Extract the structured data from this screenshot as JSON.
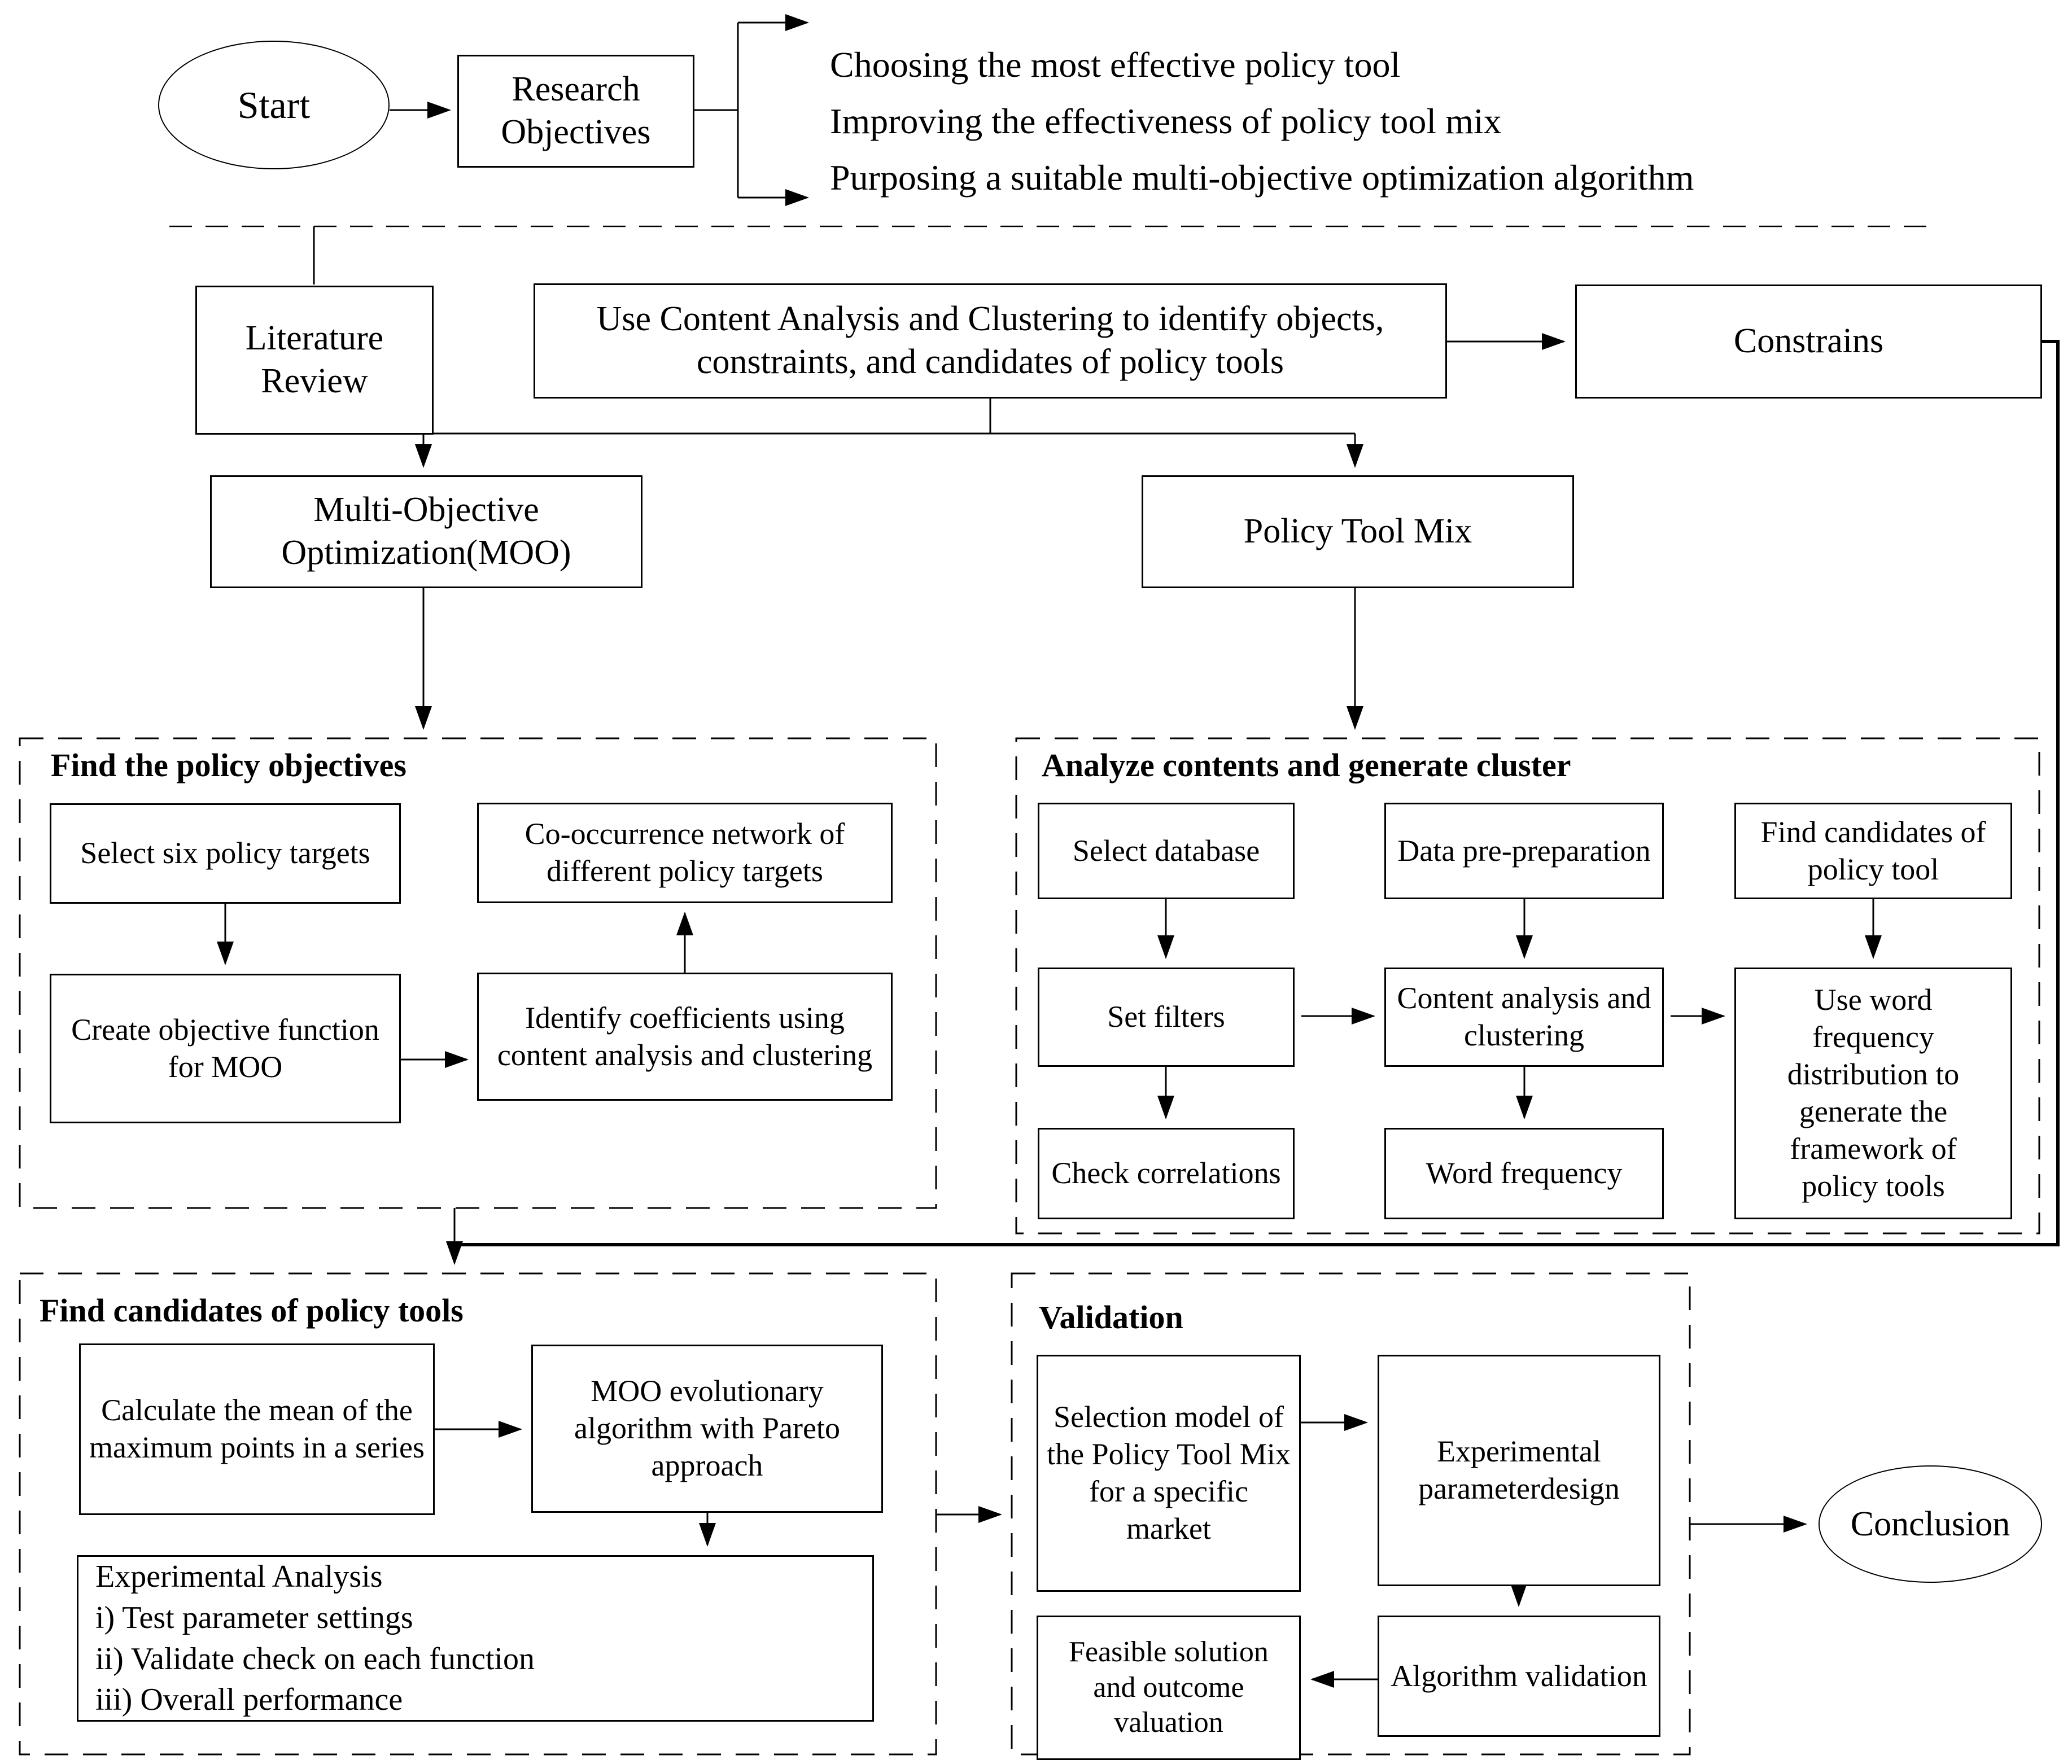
{
  "flowchart": {
    "start_label": "Start",
    "research_objectives": "Research Objectives",
    "objectives_list": [
      "Choosing the most effective policy tool",
      "Improving the effectiveness of policy tool mix",
      "Purposing a suitable multi-objective optimization algorithm"
    ],
    "literature_review": "Literature Review",
    "content_analysis_box": "Use Content Analysis and Clustering to identify objects, constraints, and candidates of policy tools",
    "constrains": "Constrains",
    "moo": "Multi-Objective Optimization(MOO)",
    "policy_tool_mix": "Policy Tool Mix",
    "sections": {
      "find_policy_objectives": {
        "title": "Find the policy objectives",
        "select_six": "Select six policy targets",
        "co_occurrence": "Co-occurrence network of different policy targets",
        "create_objective": "Create objective function for MOO",
        "identify_coefficients": "Identify coefficients using content analysis and clustering"
      },
      "analyze_contents": {
        "title": "Analyze contents and generate cluster",
        "select_database": "Select database",
        "set_filters": "Set filters",
        "check_correlations": "Check correlations",
        "data_pre": "Data pre-preparation",
        "content_clustering": "Content analysis and clustering",
        "word_frequency": "Word frequency",
        "find_candidates": "Find candidates of policy tool",
        "use_word_freq": "Use word frequency distribution to generate the framework of policy tools"
      },
      "find_candidates_tools": {
        "title": "Find candidates of policy tools",
        "calc_mean": "Calculate the mean of the maximum points in a series",
        "moo_evolutionary": "MOO evolutionary algorithm with Pareto approach",
        "experimental_analysis": [
          "Experimental Analysis",
          "i) Test parameter settings",
          "ii) Validate check on each function",
          "iii) Overall performance"
        ]
      },
      "validation": {
        "title": "Validation",
        "selection_model": "Selection model of the Policy Tool Mix for a specific market",
        "experimental_param": "Experimental parameterdesign",
        "algorithm_validation": "Algorithm validation",
        "feasible_solution": "Feasible solution and outcome valuation"
      }
    },
    "conclusion": "Conclusion"
  }
}
